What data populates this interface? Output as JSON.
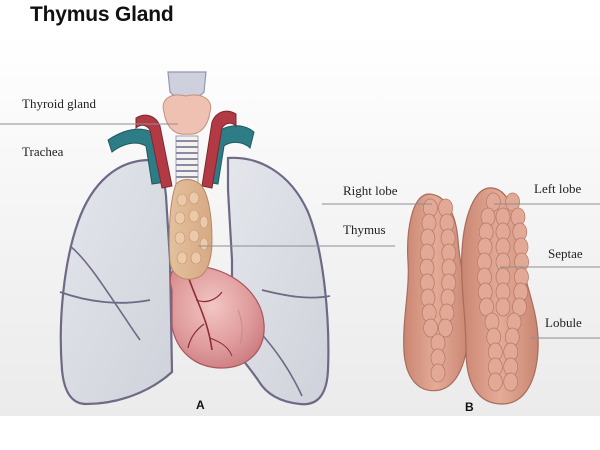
{
  "title": "Thymus Gland",
  "labels": {
    "thyroid_gland": "Thyroid gland",
    "trachea": "Trachea",
    "right_lobe": "Right lobe",
    "left_lobe": "Left lobe",
    "thymus": "Thymus",
    "septae": "Septae",
    "lobule": "Lobule"
  },
  "panels": {
    "a": "A",
    "b": "B"
  },
  "colors": {
    "lung_fill": "#d8dbe1",
    "lung_outline": "#6e6a86",
    "thymus_tissue": "#d79a88",
    "thymus_lobule": "#e2a996",
    "heart": "#d98a8c",
    "artery_red": "#b23a44",
    "vein_teal": "#2e7c86"
  }
}
